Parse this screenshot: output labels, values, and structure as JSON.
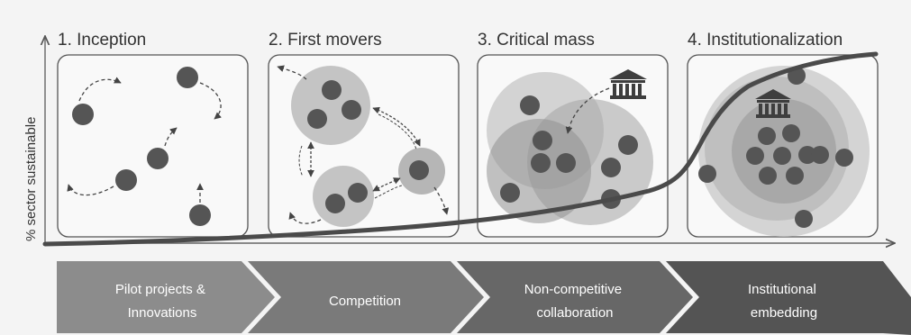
{
  "axis": {
    "ylabel": "% sector sustainable"
  },
  "stages": [
    {
      "title": "1. Inception"
    },
    {
      "title": "2. First movers"
    },
    {
      "title": "3. Critical mass"
    },
    {
      "title": "4. Institutionalization"
    }
  ],
  "phases": [
    {
      "line1": "Pilot projects &",
      "line2": "Innovations"
    },
    {
      "line1": "Competition",
      "line2": ""
    },
    {
      "line1": "Non-competitive",
      "line2": "collaboration"
    },
    {
      "line1": "Institutional",
      "line2": "embedding"
    }
  ],
  "icons": {
    "institution": "institution-building-icon",
    "actor": "actor-dot-icon"
  },
  "colors": {
    "curve": "#4a4a4a",
    "dot": "#555555",
    "phase_fills": [
      "#8c8c8c",
      "#7a7a7a",
      "#676767",
      "#545454"
    ]
  }
}
